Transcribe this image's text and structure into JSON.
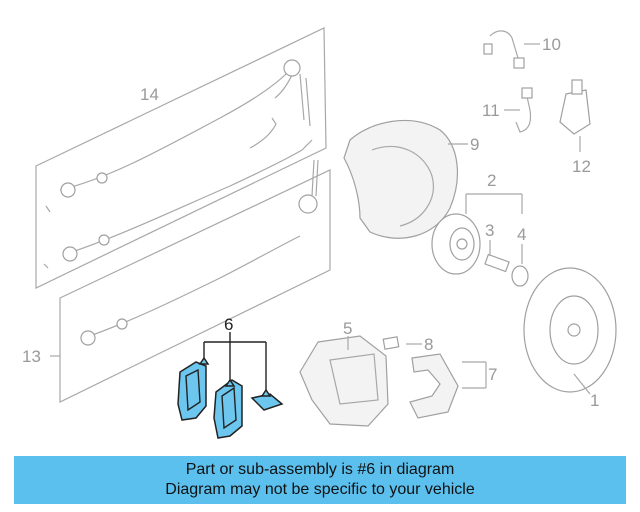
{
  "diagram": {
    "callouts": {
      "c1": "1",
      "c2": "2",
      "c3": "3",
      "c4": "4",
      "c5": "5",
      "c6": "6",
      "c7": "7",
      "c8": "8",
      "c9": "9",
      "c10": "10",
      "c11": "11",
      "c12": "12",
      "c13": "13",
      "c14": "14"
    },
    "highlighted_part": "6",
    "highlight_color": "#6cc6ee"
  },
  "banner": {
    "line1": "Part or sub-assembly is #6 in diagram",
    "line2": "Diagram may not be specific to your vehicle",
    "background": "#5bc0ee"
  }
}
